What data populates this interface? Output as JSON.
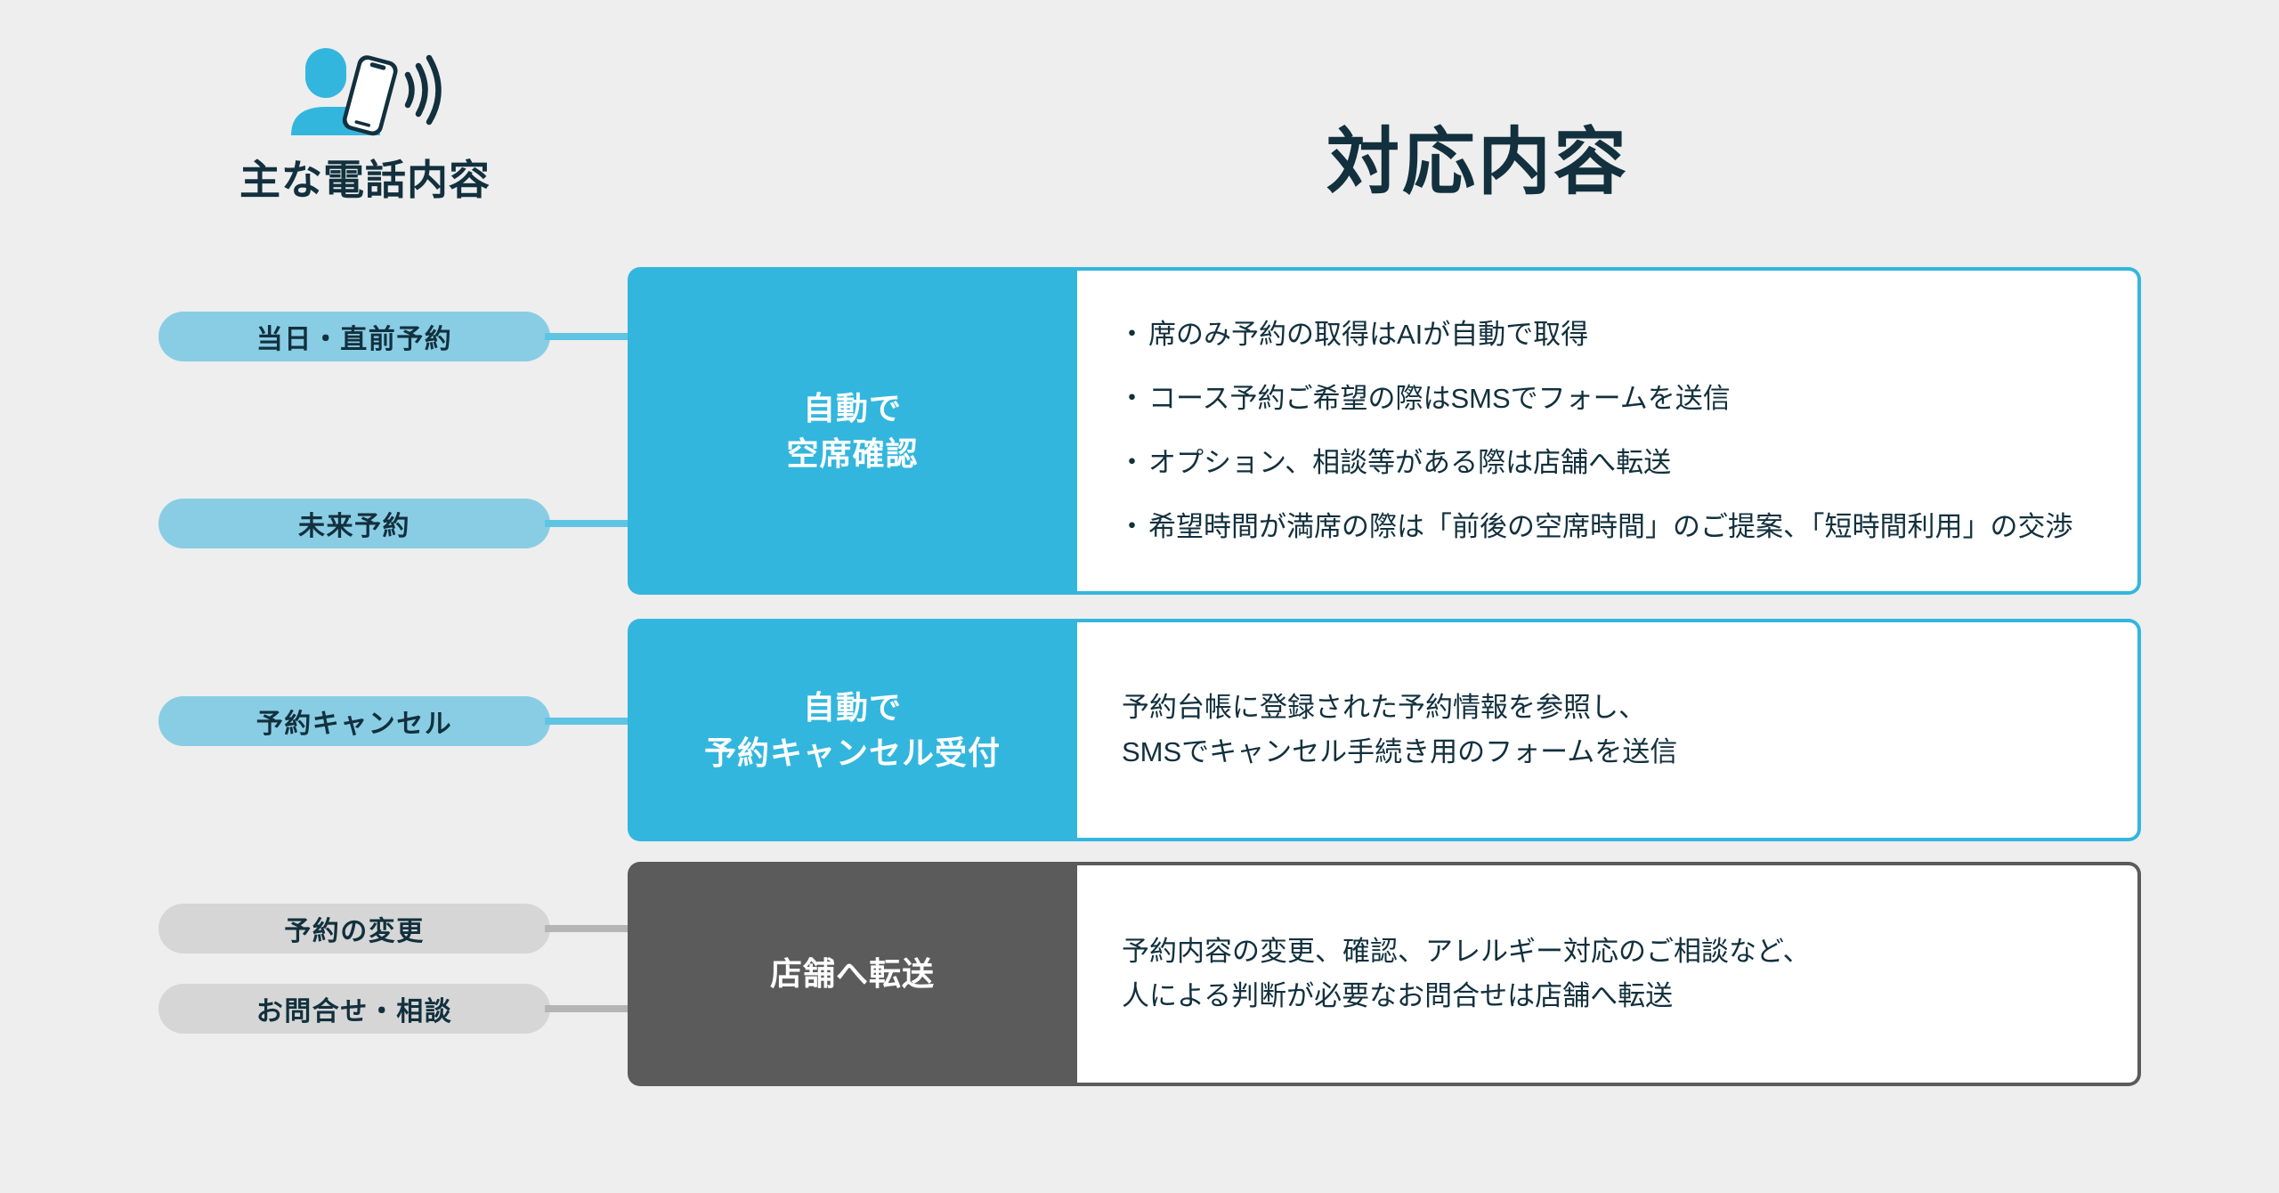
{
  "left_column": {
    "icon_name": "person-with-phone-signal-icon",
    "title": "主な電話内容",
    "pills": [
      {
        "label": "当日・直前予約",
        "tone": "blue"
      },
      {
        "label": "未来予約",
        "tone": "blue"
      },
      {
        "label": "予約キャンセル",
        "tone": "blue"
      },
      {
        "label": "予約の変更",
        "tone": "gray"
      },
      {
        "label": "お問合せ・相談",
        "tone": "gray"
      }
    ]
  },
  "main": {
    "title": "対応内容",
    "rows": [
      {
        "label": "自動で\n空席確認",
        "label_line_1": "自動で",
        "label_line_2": "空席確認",
        "tone": "blue",
        "bullets": [
          "席のみ予約の取得はAIが自動で取得",
          "コース予約ご希望の際はSMSでフォームを送信",
          "オプション、相談等がある際は店舗へ転送",
          "希望時間が満席の際は「前後の空席時間」のご提案、「短時間利用」の交渉"
        ]
      },
      {
        "label_line_1": "自動で",
        "label_line_2": "予約キャンセル受付",
        "tone": "blue",
        "paragraph_lines": [
          "予約台帳に登録された予約情報を参照し、",
          "SMSでキャンセル手続き用のフォームを送信"
        ]
      },
      {
        "label_line_1": "店舗へ転送",
        "label_line_2": "",
        "tone": "gray",
        "paragraph_lines": [
          "予約内容の変更、確認、アレルギー対応のご相談など、",
          "人による判断が必要なお問合せは店舗へ転送"
        ]
      }
    ]
  },
  "colors": {
    "background": "#eeeeee",
    "accent_cyan": "#33b6de",
    "pill_blue": "#89cde5",
    "connector_blue": "#5fc3e4",
    "pill_gray": "#d6d6d6",
    "connector_gray": "#b5b5b5",
    "dark_gray": "#5b5b5b",
    "text_navy": "#12303d",
    "card_white": "#ffffff"
  }
}
